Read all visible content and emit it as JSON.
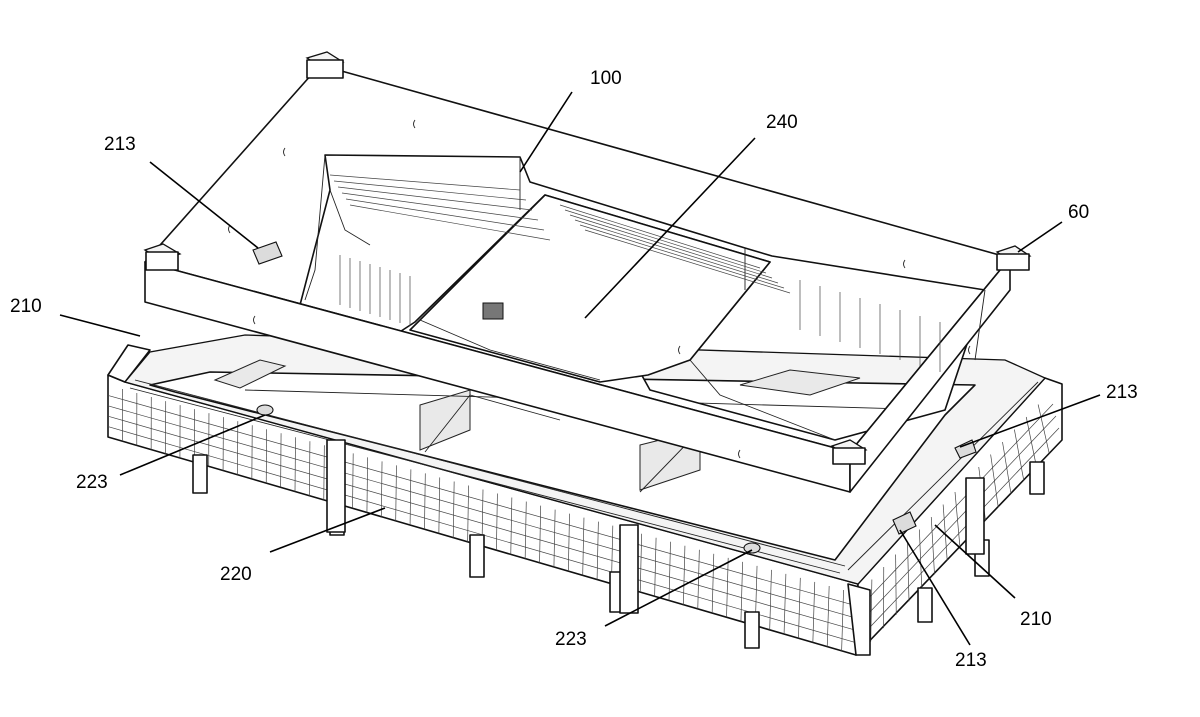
{
  "figure": {
    "labels": [
      {
        "id": "lbl-100",
        "text": "100"
      },
      {
        "id": "lbl-240",
        "text": "240"
      },
      {
        "id": "lbl-213-top-left",
        "text": "213"
      },
      {
        "id": "lbl-60",
        "text": "60"
      },
      {
        "id": "lbl-210-left",
        "text": "210"
      },
      {
        "id": "lbl-213-right",
        "text": "213"
      },
      {
        "id": "lbl-223-left",
        "text": "223"
      },
      {
        "id": "lbl-220",
        "text": "220"
      },
      {
        "id": "lbl-223-bottom",
        "text": "223"
      },
      {
        "id": "lbl-210-right",
        "text": "210"
      },
      {
        "id": "lbl-213-bottom",
        "text": "213"
      }
    ]
  }
}
